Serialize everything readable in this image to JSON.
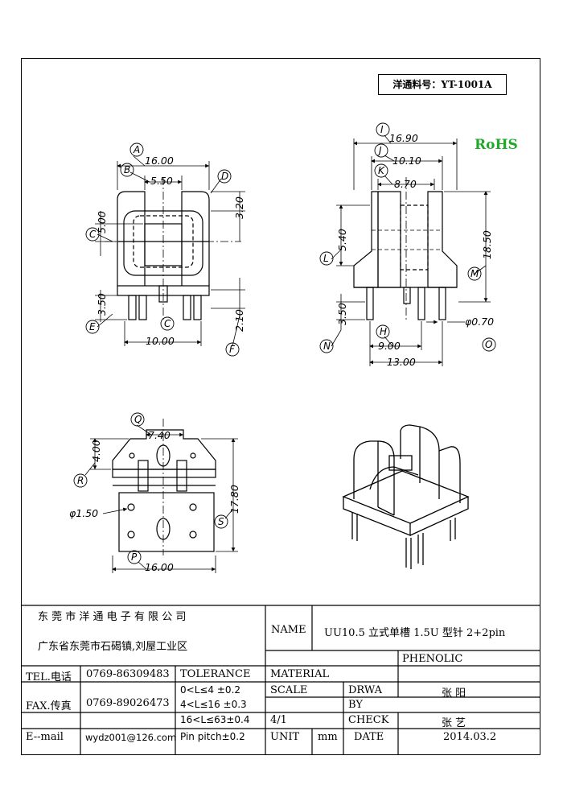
{
  "header": {
    "part_number": "洋通料号：YT-1001A",
    "rohs": "RoHS"
  },
  "dimensions": {
    "front": {
      "A": "16.00",
      "B": "5.50",
      "D": "3.20",
      "C_left": "5.00",
      "E": "3.50",
      "C_bottom": "10.00",
      "F": "2.10"
    },
    "side": {
      "I": "16.90",
      "J": "10.10",
      "K": "8.70",
      "L": "5.40",
      "M": "18.50",
      "N": "3.50",
      "H": "9.00",
      "O_label": "13.00",
      "pin_dia": "φ0.70"
    },
    "bottom": {
      "Q": "7.40",
      "R": "4.00",
      "hole": "φ1.50",
      "S": "17.80",
      "P": "16.00"
    }
  },
  "callouts": {
    "A": "A",
    "B": "B",
    "C": "C",
    "D": "D",
    "E": "E",
    "F": "F",
    "H": "H",
    "I": "I",
    "J": "J",
    "K": "K",
    "L": "L",
    "M": "M",
    "N": "N",
    "O": "O",
    "P": "P",
    "Q": "Q",
    "R": "R",
    "S": "S"
  },
  "title_block": {
    "company": "东 莞 市 洋 通 电 子 有 限 公 司",
    "address": "广东省东莞市石碣镇,刘屋工业区",
    "name_label": "NAME",
    "name_value": "UU10.5 立式单槽 1.5U 型针 2+2pin",
    "tel_label": "TEL.电话",
    "tel_value": "0769-86309483",
    "fax_label": "FAX.传真",
    "fax_value": "0769-89026473",
    "email_label": "E--mail",
    "email_value": "wydz001@126.com",
    "tolerance_label": "TOLERANCE",
    "tol_1": "0<L≤4  ±0.2",
    "tol_2": "4<L≤16 ±0.3",
    "tol_3": "16<L≤63±0.4",
    "tol_4": "Pin pitch±0.2",
    "material_label": "MATERIAL",
    "material_value": "PHENOLIC",
    "scale_label": "SCALE",
    "scale_value": "4/1",
    "drawn_label_1": "DRWA",
    "drawn_label_2": "BY",
    "drawn_value": "张 阳",
    "check_label": "CHECK",
    "check_value": "张 艺",
    "unit_label": "UNIT",
    "unit_value": "mm",
    "date_label": "DATE",
    "date_value": "2014.03.2"
  }
}
